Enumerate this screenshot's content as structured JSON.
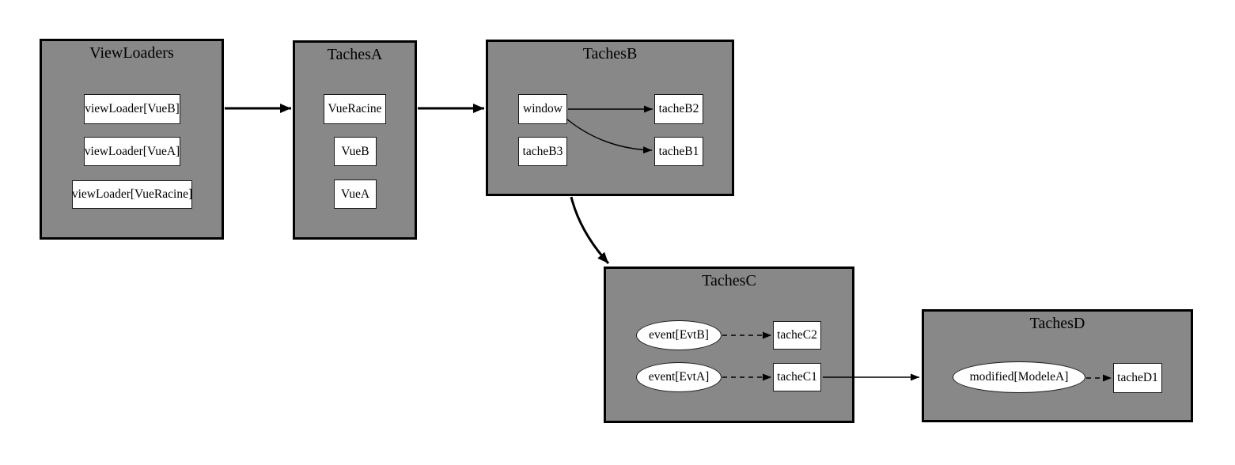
{
  "diagram": {
    "type": "graph",
    "colors": {
      "cluster_fill": "#888888",
      "node_fill": "#ffffff",
      "border": "#000000",
      "edge": "#000000",
      "background": "#ffffff"
    },
    "clusters": {
      "viewloaders": {
        "title": "ViewLoaders",
        "nodes": {
          "vueb": {
            "label": "viewLoader[VueB]",
            "shape": "box"
          },
          "vuea": {
            "label": "viewLoader[VueA]",
            "shape": "box"
          },
          "vueracine": {
            "label": "viewLoader[VueRacine]",
            "shape": "box"
          }
        }
      },
      "tachesa": {
        "title": "TachesA",
        "nodes": {
          "vueracine": {
            "label": "VueRacine",
            "shape": "box"
          },
          "vueb": {
            "label": "VueB",
            "shape": "box"
          },
          "vuea": {
            "label": "VueA",
            "shape": "box"
          }
        }
      },
      "tachesb": {
        "title": "TachesB",
        "nodes": {
          "window": {
            "label": "window",
            "shape": "box"
          },
          "tacheb3": {
            "label": "tacheB3",
            "shape": "box"
          },
          "tacheb2": {
            "label": "tacheB2",
            "shape": "box"
          },
          "tacheb1": {
            "label": "tacheB1",
            "shape": "box"
          }
        }
      },
      "tachesc": {
        "title": "TachesC",
        "nodes": {
          "evtb": {
            "label": "event[EvtB]",
            "shape": "ellipse"
          },
          "tachec2": {
            "label": "tacheC2",
            "shape": "box"
          },
          "evta": {
            "label": "event[EvtA]",
            "shape": "ellipse"
          },
          "tachec1": {
            "label": "tacheC1",
            "shape": "box"
          }
        }
      },
      "tachesd": {
        "title": "TachesD",
        "nodes": {
          "modified": {
            "label": "modified[ModeleA]",
            "shape": "ellipse"
          },
          "tached1": {
            "label": "tacheD1",
            "shape": "box"
          }
        }
      }
    },
    "edges": [
      {
        "from": "ViewLoaders",
        "to": "TachesA",
        "style": "solid",
        "weight": "bold"
      },
      {
        "from": "TachesA",
        "to": "TachesB",
        "style": "solid",
        "weight": "bold"
      },
      {
        "from": "TachesB",
        "to": "TachesC",
        "style": "solid",
        "weight": "bold"
      },
      {
        "from": "window",
        "to": "tacheB2",
        "style": "solid",
        "weight": "thin"
      },
      {
        "from": "window",
        "to": "tacheB1",
        "style": "solid",
        "weight": "thin"
      },
      {
        "from": "event[EvtB]",
        "to": "tacheC2",
        "style": "dashed",
        "weight": "thin"
      },
      {
        "from": "event[EvtA]",
        "to": "tacheC1",
        "style": "dashed",
        "weight": "thin"
      },
      {
        "from": "tacheC1",
        "to": "TachesD",
        "style": "solid",
        "weight": "thin"
      },
      {
        "from": "modified[ModeleA]",
        "to": "tacheD1",
        "style": "dashed",
        "weight": "thin"
      }
    ]
  }
}
